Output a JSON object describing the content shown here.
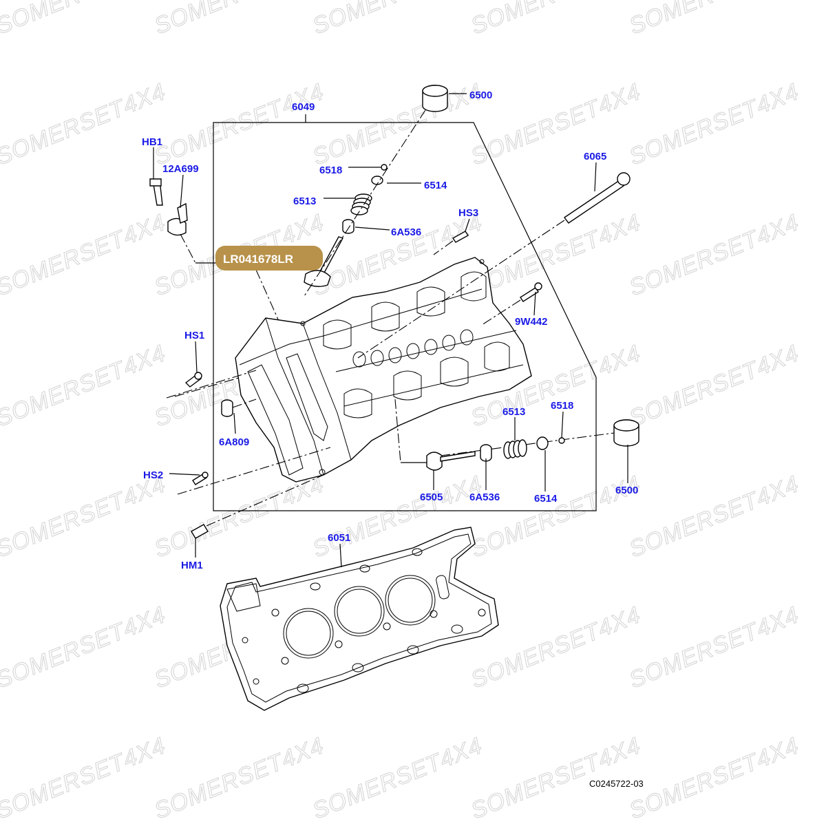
{
  "diagram": {
    "part_badge": "LR041678LR",
    "drawing_code": "C0245722-03",
    "watermark": "SOMERSET4X4",
    "label_color": "#1a1ae6",
    "badge_color": "#b8924a",
    "callouts": {
      "hb1": "HB1",
      "a12699": "12A699",
      "c6049": "6049",
      "c6500_top": "6500",
      "c6518_top": "6518",
      "c6514_top": "6514",
      "c6513_top": "6513",
      "c6a536_top": "6A536",
      "hs3": "HS3",
      "c6065": "6065",
      "w9442": "9W442",
      "hs1": "HS1",
      "a6809": "6A809",
      "hs2": "HS2",
      "c6513_bot": "6513",
      "c6518_bot": "6518",
      "c6500_bot": "6500",
      "c6505": "6505",
      "c6a536_bot": "6A536",
      "c6514_bot": "6514",
      "hm1": "HM1",
      "c6051": "6051"
    }
  }
}
